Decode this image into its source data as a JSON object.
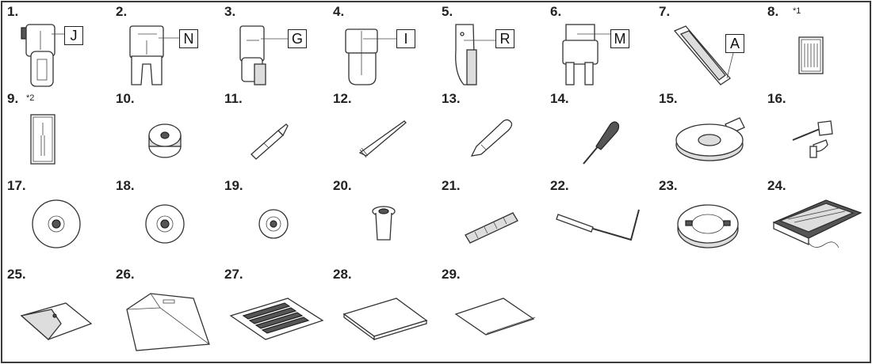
{
  "colors": {
    "line": "#333333",
    "fill_light": "#dddddd",
    "fill_dark": "#555555",
    "border": "#3a3a3a"
  },
  "items": [
    {
      "number": "1.",
      "label": "J",
      "icon": "presser-foot-j-icon"
    },
    {
      "number": "2.",
      "label": "N",
      "icon": "presser-foot-n-icon"
    },
    {
      "number": "3.",
      "label": "G",
      "icon": "presser-foot-g-icon"
    },
    {
      "number": "4.",
      "label": "I",
      "icon": "presser-foot-i-icon"
    },
    {
      "number": "5.",
      "label": "R",
      "icon": "presser-foot-r-icon"
    },
    {
      "number": "6.",
      "label": "M",
      "icon": "presser-foot-m-icon"
    },
    {
      "number": "7.",
      "label": "A",
      "icon": "buttonhole-foot-a-icon"
    },
    {
      "number": "8.",
      "note": "*1",
      "icon": "needle-set-icon"
    },
    {
      "number": "9.",
      "note": "*2",
      "icon": "twin-needle-icon"
    },
    {
      "number": "10.",
      "icon": "bobbin-icon"
    },
    {
      "number": "11.",
      "icon": "seam-ripper-icon"
    },
    {
      "number": "12.",
      "icon": "cleaning-brush-icon"
    },
    {
      "number": "13.",
      "icon": "eyelet-punch-icon"
    },
    {
      "number": "14.",
      "icon": "screwdriver-icon"
    },
    {
      "number": "15.",
      "icon": "disc-screwdriver-icon"
    },
    {
      "number": "16.",
      "icon": "spool-pin-icon"
    },
    {
      "number": "17.",
      "icon": "spool-cap-large-icon"
    },
    {
      "number": "18.",
      "icon": "spool-cap-medium-icon"
    },
    {
      "number": "19.",
      "icon": "spool-cap-small-icon"
    },
    {
      "number": "20.",
      "icon": "thread-spool-insert-icon"
    },
    {
      "number": "21.",
      "icon": "spool-net-icon"
    },
    {
      "number": "22.",
      "icon": "knee-lifter-icon"
    },
    {
      "number": "23.",
      "icon": "bobbin-case-icon"
    },
    {
      "number": "24.",
      "icon": "foot-controller-icon"
    },
    {
      "number": "25.",
      "icon": "accessory-bag-icon"
    },
    {
      "number": "26.",
      "icon": "dust-cover-icon"
    },
    {
      "number": "27.",
      "icon": "quick-reference-guide-icon"
    },
    {
      "number": "28.",
      "icon": "operation-manual-icon"
    },
    {
      "number": "29.",
      "icon": "instruction-sheet-icon"
    }
  ]
}
